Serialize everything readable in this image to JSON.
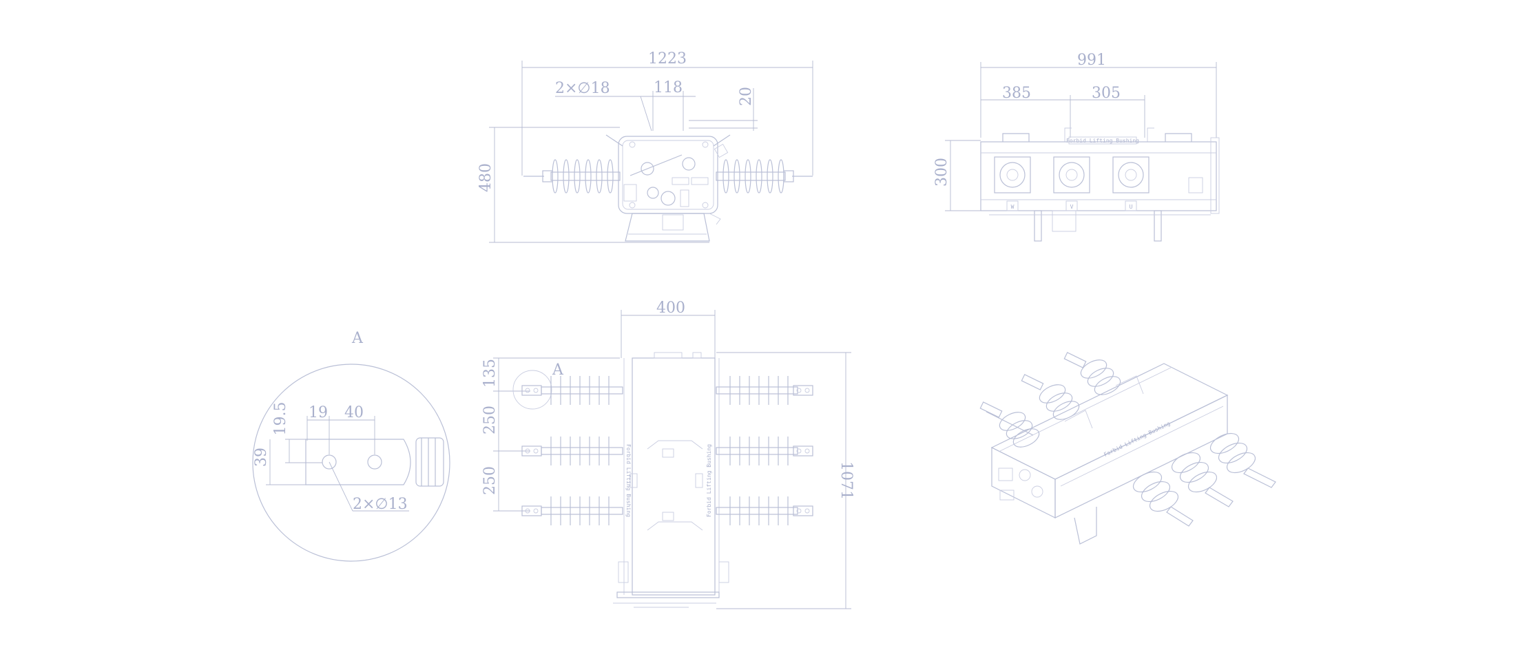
{
  "front_view": {
    "dim_total_width": "1223",
    "dim_holes": "2×∅18",
    "dim_hole_spacing": "118",
    "dim_top_offset": "20",
    "dim_height": "480"
  },
  "side_view": {
    "dim_total_width": "991",
    "dim_spacing_1": "385",
    "dim_spacing_2": "305",
    "dim_height": "300",
    "label_warning": "Forbid Lifting Bushing",
    "phase_w": "W",
    "phase_v": "V",
    "phase_u": "U"
  },
  "detail_view": {
    "label": "A",
    "dim_19": "19",
    "dim_40": "40",
    "dim_19_5": "19.5",
    "dim_39": "39",
    "dim_holes": "2×∅13"
  },
  "top_view": {
    "dim_width": "400",
    "dim_135": "135",
    "dim_250_a": "250",
    "dim_250_b": "250",
    "dim_1071": "1071",
    "detail_marker": "A",
    "label_warning_left": "Forbid Lifting Bushing",
    "label_warning_right": "Forbid Lifting Bushing"
  },
  "iso_view": {
    "label_warning": "Forbid Lifting Bushing"
  }
}
